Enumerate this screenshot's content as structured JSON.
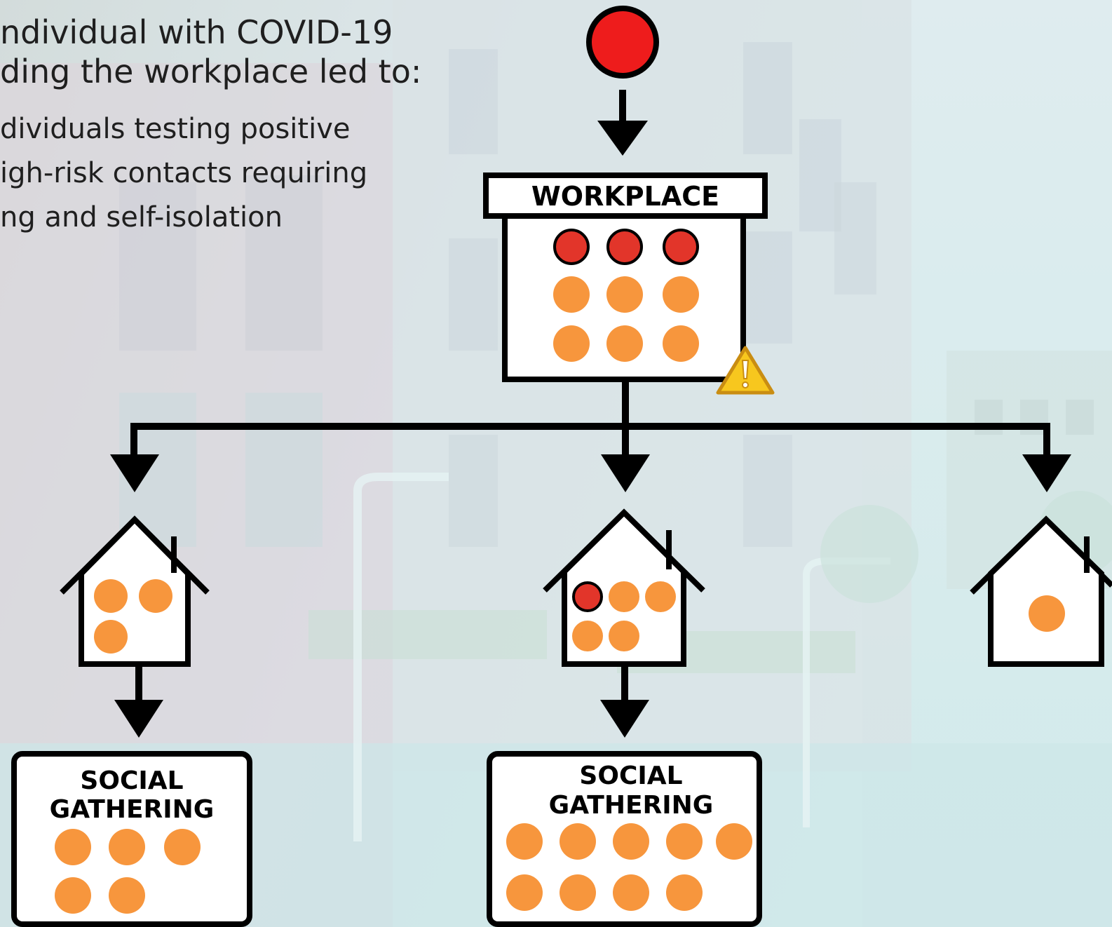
{
  "intro": {
    "lines": [
      "ndividual with COVID-19",
      "ding the workplace led to:"
    ],
    "bullets": [
      "dividuals testing positive",
      "igh-risk contacts requiring",
      "ng and self-isolation"
    ]
  },
  "nodes": {
    "workplace_label": "WORKPLACE",
    "social_gathering_1_lines": [
      "SOCIAL",
      "GATHERING"
    ],
    "social_gathering_2_lines": [
      "SOCIAL",
      "GATHERING"
    ]
  },
  "colors": {
    "index_case": "#ee1c1c",
    "positive": "#e2352a",
    "contact": "#f7963d",
    "outline": "#000000",
    "warning": "#f7c71e"
  },
  "counts": {
    "workplace_positive": 3,
    "workplace_contacts": 6,
    "home_1_contacts": 3,
    "home_2_positive": 1,
    "home_2_contacts": 4,
    "home_3_contacts": 1,
    "gathering_1_contacts": 5,
    "gathering_2_contacts": 9
  },
  "icons": {
    "warning": "warning-triangle-icon",
    "house": "house-icon"
  }
}
